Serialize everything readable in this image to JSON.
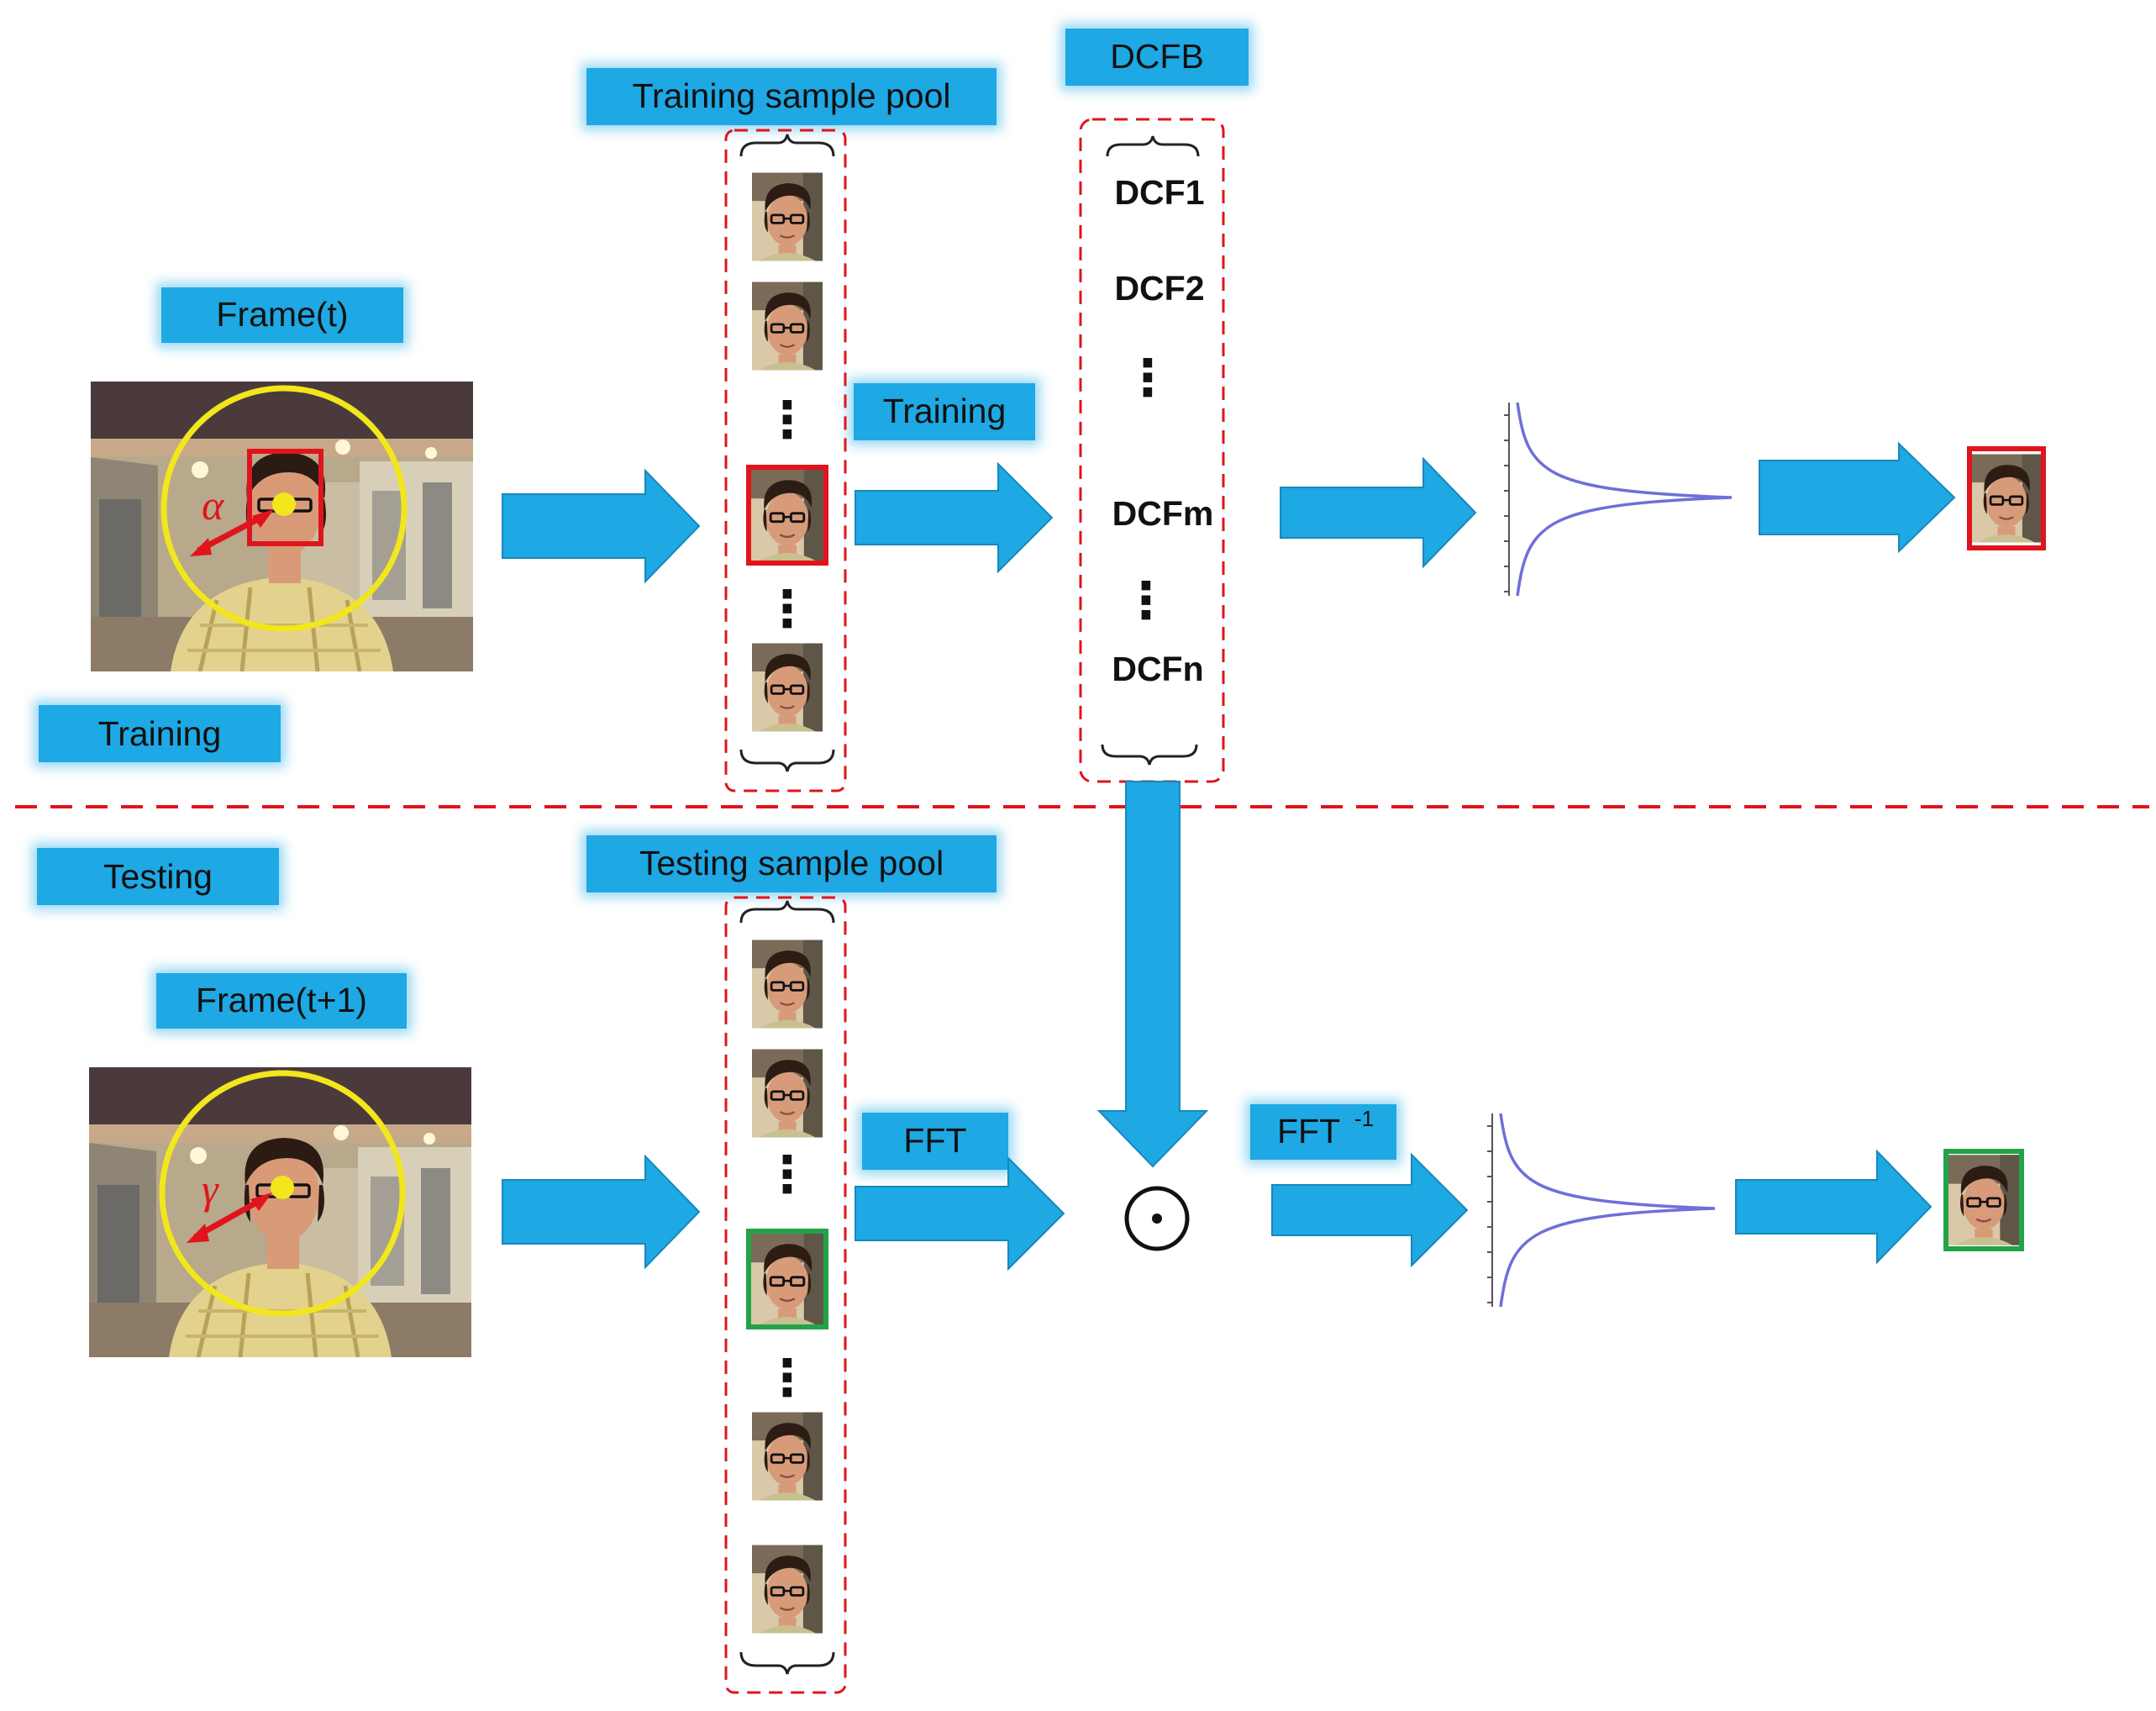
{
  "labels": {
    "frame_t": "Frame(t)",
    "frame_t1": "Frame(t+1)",
    "training_section": "Training",
    "testing_section": "Testing",
    "training_pool": "Training sample pool",
    "testing_pool": "Testing sample pool",
    "dcfb": "DCFB",
    "training_step": "Training",
    "fft": "FFT",
    "ifft": "FFT",
    "ifft_sup": "-1",
    "alpha": "α",
    "gamma": "γ",
    "operator": "⊙"
  },
  "dcf_bank": {
    "items": [
      "DCF1",
      "DCF2",
      "DCFm",
      "DCFn"
    ],
    "ellipsis": "⋮"
  },
  "colors": {
    "label_bg": "#1ea8e4",
    "arrow": "#1ea8e4",
    "dashed": "#e0141c",
    "training_box": "#e0141c",
    "testing_box": "#22a34a",
    "search_circle": "#f2e61c",
    "gaussian": "#6f6fd8"
  },
  "icons": {
    "frame_photo": "person-photo-icon",
    "face_thumbnail": "face-thumbnail-icon",
    "response_map": "gaussian-response-icon"
  }
}
